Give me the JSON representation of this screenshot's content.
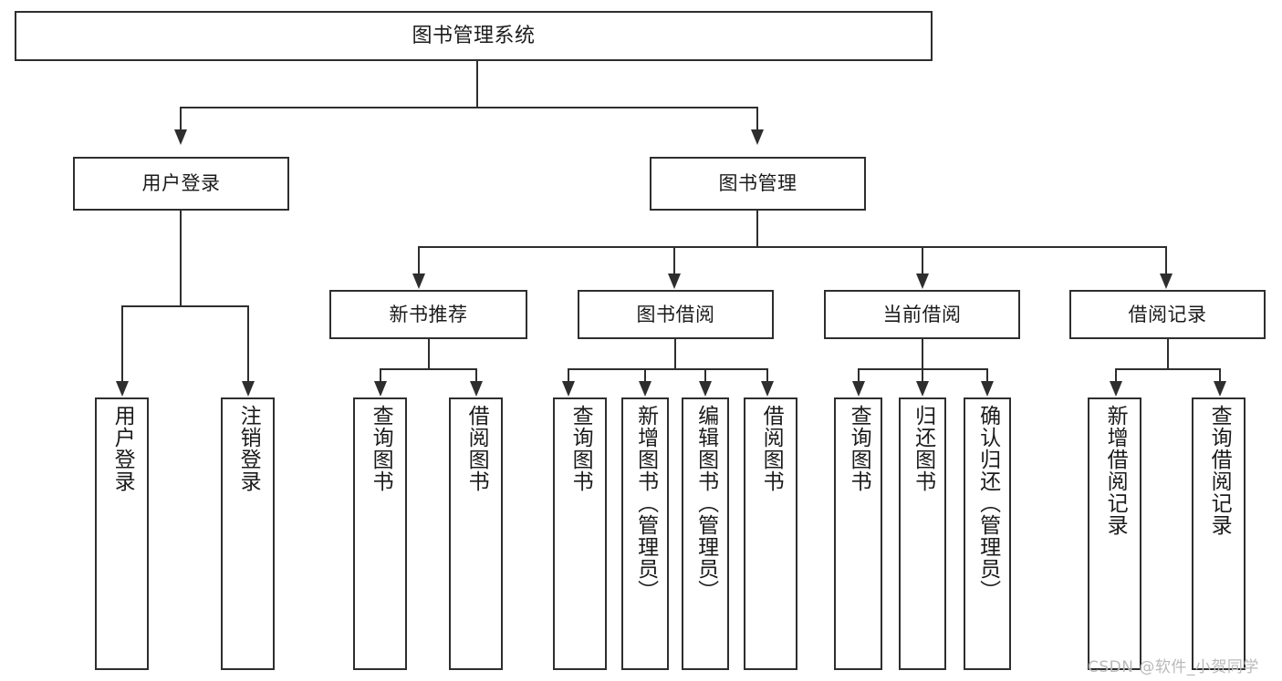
{
  "diagram": {
    "type": "hierarchy-tree",
    "title": "图书管理系统",
    "root": {
      "label": "图书管理系统"
    },
    "level1": [
      {
        "label": "用户登录"
      },
      {
        "label": "图书管理"
      }
    ],
    "level2": [
      {
        "label": "新书推荐"
      },
      {
        "label": "图书借阅"
      },
      {
        "label": "当前借阅"
      },
      {
        "label": "借阅记录"
      }
    ],
    "leaves": {
      "user_login": [
        {
          "label": "用户登录"
        },
        {
          "label": "注销登录"
        }
      ],
      "new_book_recommend": [
        {
          "label": "查询图书"
        },
        {
          "label": "借阅图书"
        }
      ],
      "book_borrow": [
        {
          "label": "查询图书"
        },
        {
          "label": "新增图书（管理员）"
        },
        {
          "label": "编辑图书（管理员）"
        },
        {
          "label": "借阅图书"
        }
      ],
      "current_borrow": [
        {
          "label": "查询图书"
        },
        {
          "label": "归还图书"
        },
        {
          "label": "确认归还（管理员）"
        }
      ],
      "borrow_record": [
        {
          "label": "新增借阅记录"
        },
        {
          "label": "查询借阅记录"
        }
      ]
    }
  },
  "watermark": {
    "text": "CSDN @软件_小贺同学"
  },
  "colors": {
    "stroke": "#2e2e2e",
    "text": "#1b1b1b",
    "background": "#ffffff",
    "watermark": "#b9b9b9"
  }
}
